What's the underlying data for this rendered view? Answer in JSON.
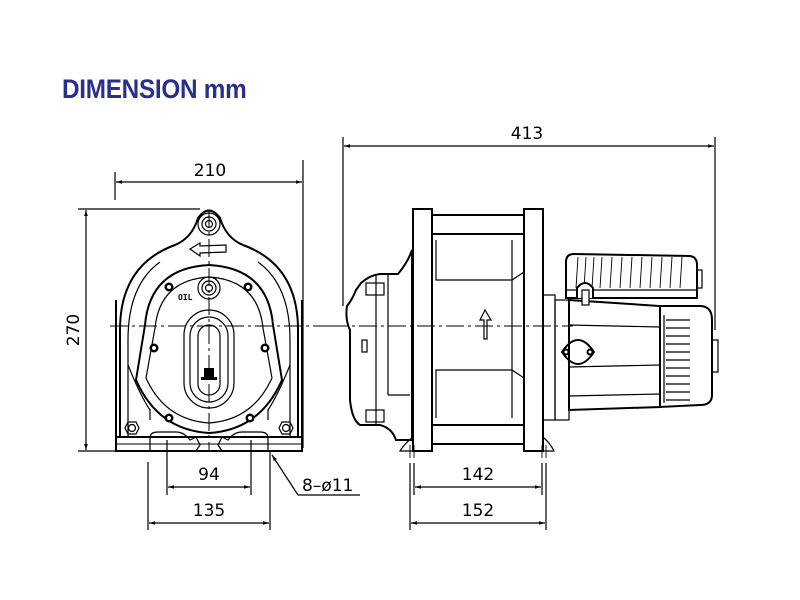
{
  "title": "DIMENSION mm",
  "colors": {
    "title": "#2b2f8c",
    "lines": "#000000",
    "background": "#ffffff"
  },
  "front_view": {
    "width_label": "210",
    "height_label": "270",
    "inner_mount_label": "94",
    "outer_mount_label": "135",
    "hole_callout": "8–ø11",
    "oil_label": "OIL"
  },
  "side_view": {
    "overall_length_label": "413",
    "inner_mount_label": "142",
    "outer_mount_label": "152"
  }
}
